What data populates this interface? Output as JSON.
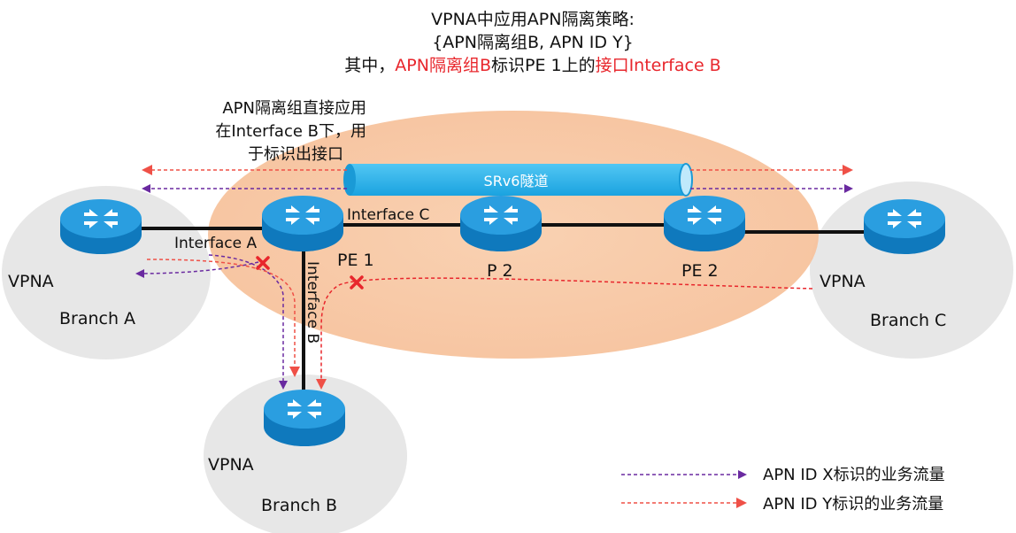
{
  "policy": {
    "line1": "VPNA中应用APN隔离策略:",
    "line2": "{APN隔离组B, APN ID Y}",
    "line3_prefix": "其中，",
    "line3_red1": "APN隔离组B",
    "line3_mid": "标识PE 1上的",
    "line3_red2": "接口Interface B"
  },
  "annotation": {
    "line1": "APN隔离组直接应用",
    "line2": "在Interface B下，用",
    "line3": "于标识出接口"
  },
  "tunnel_label": "SRv6隧道",
  "interfaces": {
    "a": "Interface A",
    "b": "Interface B",
    "c": "Interface C"
  },
  "nodes": {
    "pe1": "PE 1",
    "p2": "P 2",
    "pe2": "PE 2"
  },
  "branches": {
    "a": {
      "vpn": "VPNA",
      "name": "Branch A"
    },
    "b": {
      "vpn": "VPNA",
      "name": "Branch B"
    },
    "c": {
      "vpn": "VPNA",
      "name": "Branch C"
    }
  },
  "legend": {
    "x_label": "APN ID X标识的业务流量",
    "y_label": "APN ID Y标识的业务流量",
    "x_color": "#6a2aa0",
    "y_color": "#e8262c"
  },
  "colors": {
    "router": "#1a8fd6",
    "backbone": "#f7c7a3",
    "branch": "#e6e6e6",
    "tunnel": "#2bb3ec"
  }
}
